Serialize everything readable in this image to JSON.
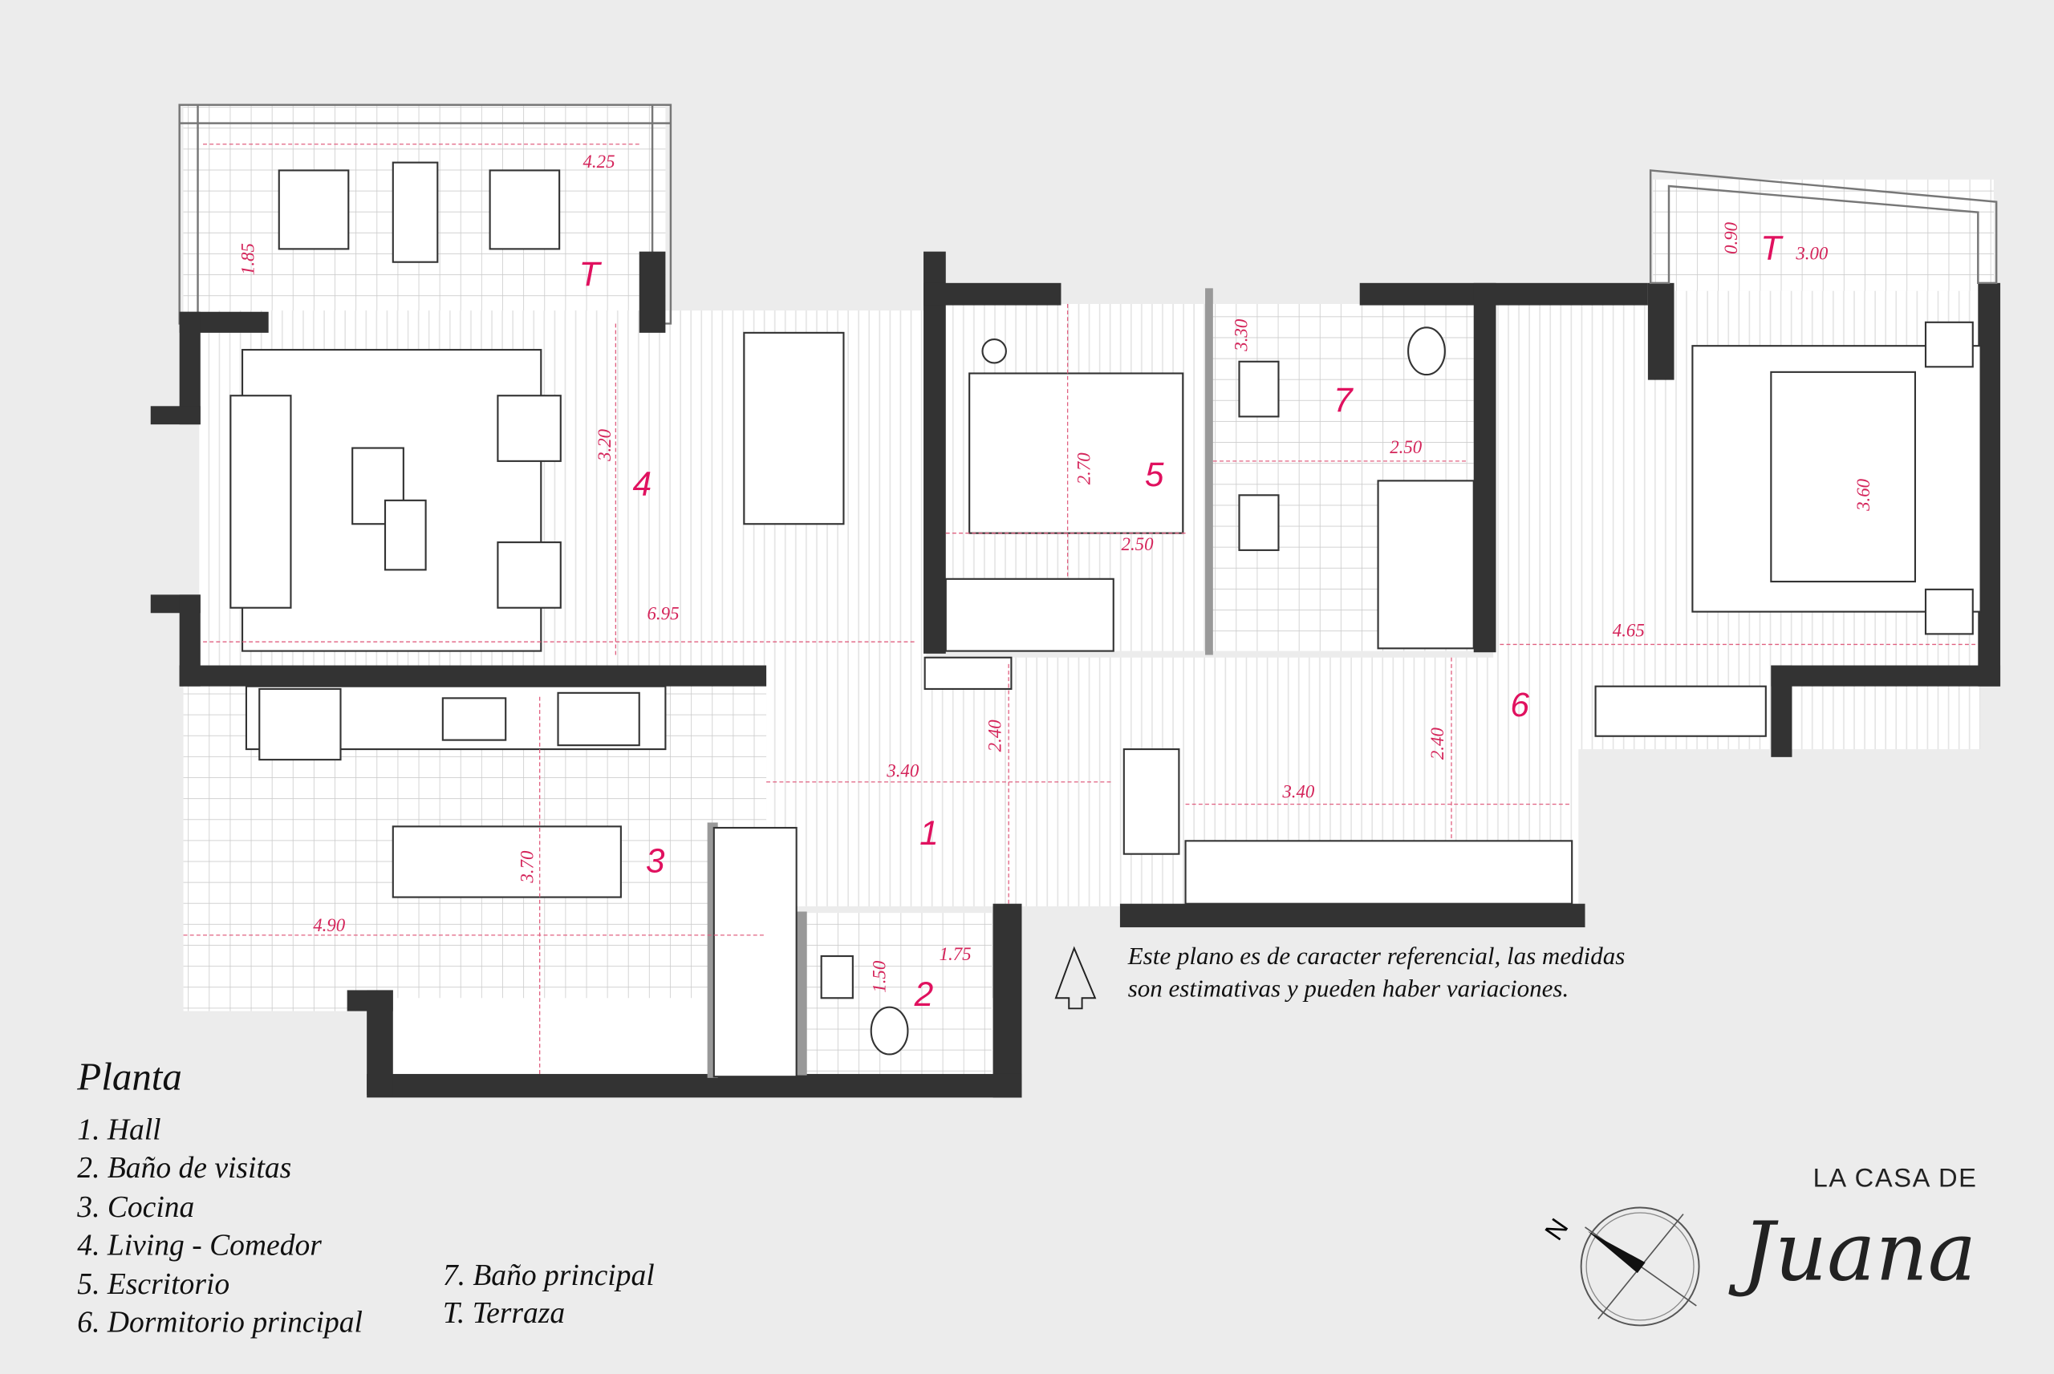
{
  "legend": {
    "title": "Planta",
    "items": [
      "1. Hall",
      "2. Baño de visitas",
      "3. Cocina",
      "4. Living - Comedor",
      "5. Escritorio",
      "6. Dormitorio principal",
      "7. Baño principal",
      "T. Terraza"
    ]
  },
  "note": {
    "line1": "Este plano es de caracter referencial, las medidas",
    "line2": "son estimativas y pueden haber variaciones."
  },
  "brand": {
    "line1": "LA CASA DE",
    "script": "Juana"
  },
  "compass": {
    "label": "N"
  },
  "rooms": {
    "t1": "T",
    "t2": "T",
    "r1": "1",
    "r2": "2",
    "r3": "3",
    "r4": "4",
    "r5": "5",
    "r6": "6",
    "r7": "7"
  },
  "dims": [
    "4.25",
    "1.85",
    "3.20",
    "6.95",
    "2.70",
    "2.50",
    "3.30",
    "2.50",
    "0.90",
    "3.00",
    "3.60",
    "4.65",
    "2.40",
    "3.40",
    "2.40",
    "3.40",
    "3.70",
    "4.90",
    "1.50",
    "1.75"
  ],
  "colors": {
    "accent": "#e0115f",
    "wall": "#333333",
    "background": "#ececec"
  }
}
